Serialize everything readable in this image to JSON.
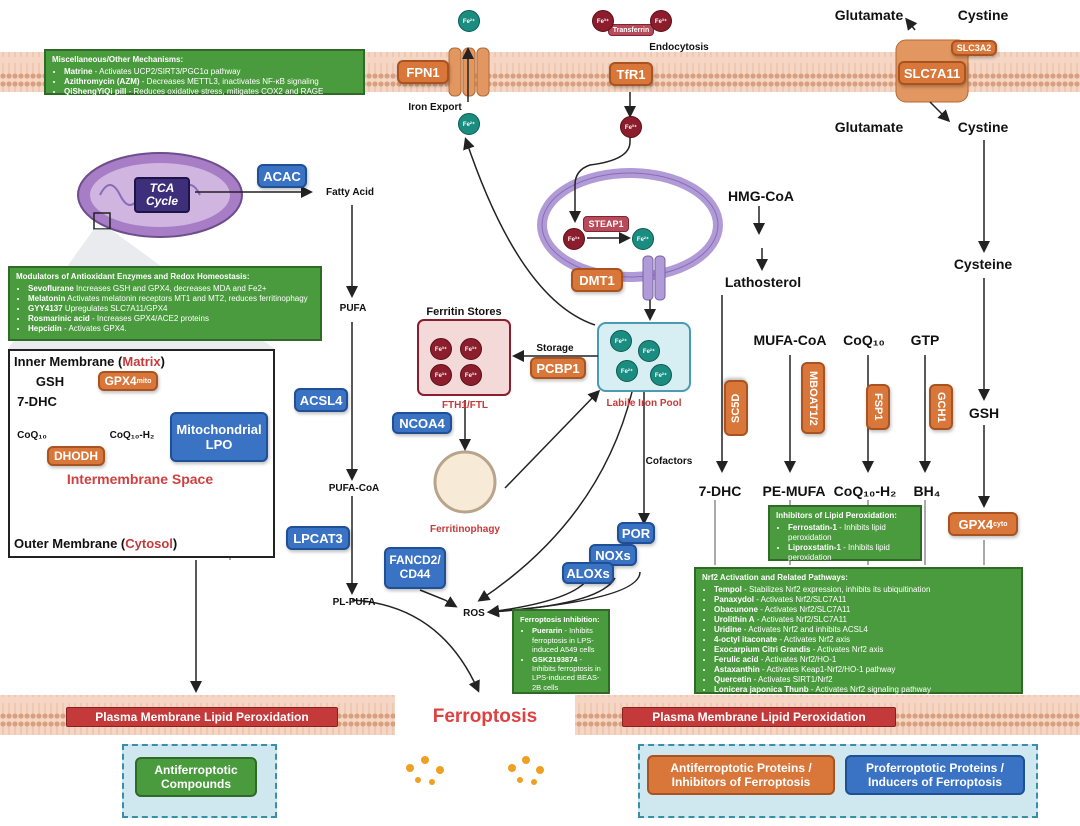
{
  "membrane_top": {
    "transporters": {
      "fpn1": "FPN1",
      "tfr1": "TfR1",
      "slc7a11": "SLC7A11",
      "slc3a2": "SLC3A2",
      "transferrin": "Transferrin"
    },
    "labels": {
      "iron_export": "Iron Export",
      "endocytosis": "Endocytosis",
      "glutamate_out": "Glutamate",
      "cystine_out": "Cystine",
      "glutamate_in": "Glutamate",
      "cystine_in": "Cystine"
    },
    "ions": {
      "fe2": "Fe²⁺",
      "fe3": "Fe³⁺"
    }
  },
  "misc_box": {
    "title": "Miscellaneous/Other Mechanisms:",
    "items": [
      {
        "name": "Matrine",
        "desc": " - Activates UCP2/SIRT3/PGC1α pathway"
      },
      {
        "name": "Azithromycin (AZM)",
        "desc": " - Decreases METTL3, inactivates NF-κB signaling"
      },
      {
        "name": "QiShengYiQi pill",
        "desc": " - Reduces oxidative stress, mitigates COX2 and RAGE"
      }
    ]
  },
  "tca": {
    "label1": "TCA",
    "label2": "Cycle"
  },
  "antiox_box": {
    "title": "Modulators of Antioxidant Enzymes and Redox Homeostasis:",
    "items": [
      {
        "name": "Sevoflurane",
        "desc": "  Increases GSH and GPX4, decreases MDA and Fe2+"
      },
      {
        "name": "Melatonin",
        "desc": "  Activates melatonin receptors MT1 and MT2, reduces ferritinophagy"
      },
      {
        "name": "GYY4137",
        "desc": "  Upregulates SLC7A11/GPX4"
      },
      {
        "name": "Rosmarinic acid",
        "desc": " - Increases GPX4/ACE2 proteins"
      },
      {
        "name": "Hepcidin",
        "desc": " - Activates GPX4."
      }
    ]
  },
  "mito_panel": {
    "inner_membrane": "Inner Membrane (",
    "matrix": "Matrix",
    "close_paren": ")",
    "gsh": "GSH",
    "gpx4_mito": "GPX4",
    "gpx4_mito_sup": "mito",
    "dhc": "7-DHC",
    "coq10": "CoQ₁₀",
    "coq10h2": "CoQ₁₀-H₂",
    "dhodh": "DHODH",
    "lpo": "Mitochondrial LPO",
    "intermembrane": "Intermembrane Space",
    "outer_membrane": "Outer Membrane (",
    "cytosol": "Cytosol",
    "close_paren2": ")"
  },
  "lipid_path": {
    "acac": "ACAC",
    "fatty_acid": "Fatty Acid",
    "pufa": "PUFA",
    "acsl4": "ACSL4",
    "pufa_coa": "PUFA-CoA",
    "lpcat3": "LPCAT3",
    "pl_pufa": "PL-PUFA"
  },
  "iron": {
    "steap1": "STEAP1",
    "dmt1": "DMT1",
    "ferritin_stores": "Ferritin Stores",
    "fth1": "FTH1/FTL",
    "storage": "Storage",
    "pcbp1": "PCBP1",
    "ncoa4": "NCOA4",
    "ferritinophagy": "Ferritinophagy",
    "lip": "Labile Iron Pool",
    "cofactors": "Cofactors"
  },
  "ros_path": {
    "fancd2": "FANCD2/ CD44",
    "por": "POR",
    "noxs": "NOXs",
    "aloxs": "ALOXs",
    "ros": "ROS",
    "ferroptosis": "Ferroptosis"
  },
  "ferro_inhib_box": {
    "title": "Ferroptosis Inhibition:",
    "items": [
      {
        "name": "Puerarin",
        "desc": " - Inhibits ferroptosis in LPS-induced A549 cells"
      },
      {
        "name": "GSK2193874",
        "desc": " - Inhibits ferroptosis in LPS-induced BEAS-2B cells"
      }
    ]
  },
  "mevalonate": {
    "hmg": "HMG-CoA",
    "lathosterol": "Lathosterol",
    "sc5d": "SC5D",
    "dhc": "7-DHC",
    "mufa_coa": "MUFA-CoA",
    "mboat": "MBOAT1/2",
    "pe_mufa": "PE-MUFA",
    "coq10": "CoQ₁₀",
    "fsp1": "FSP1",
    "coq10h2": "CoQ₁₀-H₂",
    "gtp": "GTP",
    "gch1": "GCH1",
    "bh4": "BH₄",
    "cysteine": "Cysteine",
    "gsh": "GSH",
    "gpx4cyto": "GPX4",
    "gpx4cyto_sup": "cyto"
  },
  "lpo_inhib_box": {
    "title": "Inhibitors of Lipid Peroxidation:",
    "items": [
      {
        "name": "Ferrostatin-1",
        "desc": " - Inhibits lipid peroxidation"
      },
      {
        "name": "Liproxstatin-1",
        "desc": " - Inhibits lipid peroxidation"
      }
    ]
  },
  "nrf2_box": {
    "title": "Nrf2 Activation and Related Pathways:",
    "items": [
      {
        "name": "Tempol",
        "desc": " - Stabilizes Nrf2 expression, inhibits its ubiquitination"
      },
      {
        "name": "Panaxydol",
        "desc": " - Activates Nrf2/SLC7A11"
      },
      {
        "name": "Obacunone",
        "desc": " - Activates Nrf2/SLC7A11"
      },
      {
        "name": "Urolithin A",
        "desc": " - Activates Nrf2/SLC7A11"
      },
      {
        "name": "Uridine",
        "desc": " - Activates Nrf2 and inhibits ACSL4"
      },
      {
        "name": "4-octyl itaconate",
        "desc": " - Activates Nrf2 axis"
      },
      {
        "name": "Exocarpium Citri Grandis",
        "desc": " - Activates Nrf2 axis"
      },
      {
        "name": "Ferulic acid",
        "desc": " - Activates Nrf2/HO-1"
      },
      {
        "name": "Astaxanthin",
        "desc": " - Activates Keap1-Nrf2/HO-1 pathway"
      },
      {
        "name": "Quercetin",
        "desc": " - Activates SIRT1/Nrf2"
      },
      {
        "name": "Lonicera japonica Thunb",
        "desc": " - Activates Nrf2 signaling pathway"
      }
    ]
  },
  "bottom": {
    "pm_lpo_left": "Plasma Membrane Lipid Peroxidation",
    "pm_lpo_right": "Plasma Membrane Lipid Peroxidation",
    "ferroptosis": "Ferroptosis"
  },
  "legend": {
    "antiferroptotic_compounds": "Antiferroptotic Compounds",
    "antiferroptotic_proteins": "Antiferroptotic Proteins / Inhibitors of Ferroptosis",
    "proferroptotic_proteins": "Proferroptotic Proteins / Inducers of Ferroptosis"
  },
  "colors": {
    "orange": "#d9773a",
    "blue": "#3a72c4",
    "green": "#4a9b3d",
    "red": "#c43a3a",
    "membrane": "#e8b89a",
    "purple": "#8a6bb8"
  }
}
